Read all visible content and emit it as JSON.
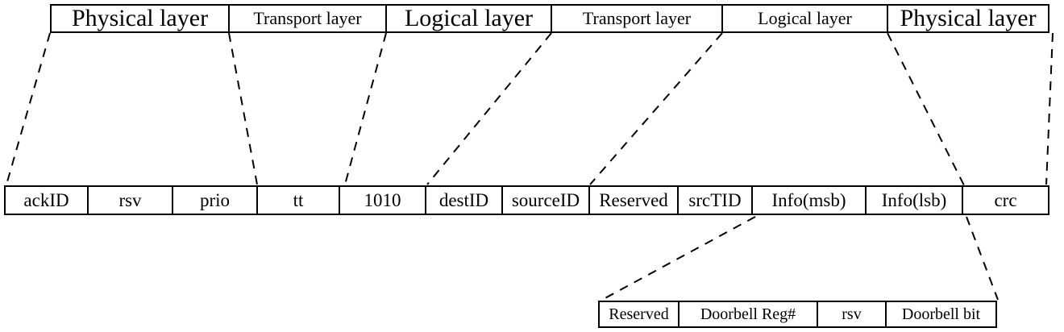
{
  "diagram": {
    "description_colors": {
      "line": "#000000",
      "background": "#ffffff",
      "text": "#000000"
    },
    "layers_top": [
      {
        "label": "Physical layer"
      },
      {
        "label": "Transport layer"
      },
      {
        "label": "Logical layer"
      },
      {
        "label": "Transport layer"
      },
      {
        "label": "Logical layer"
      },
      {
        "label": "Physical layer"
      }
    ],
    "packet_fields": [
      {
        "label": "ackID"
      },
      {
        "label": "rsv"
      },
      {
        "label": "prio"
      },
      {
        "label": "tt"
      },
      {
        "label": "1010"
      },
      {
        "label": "destID"
      },
      {
        "label": "sourceID"
      },
      {
        "label": "Reserved"
      },
      {
        "label": "srcTID"
      },
      {
        "label": "Info(msb)"
      },
      {
        "label": "Info(lsb)"
      },
      {
        "label": "crc"
      }
    ],
    "doorbell_fields": [
      {
        "label": "Reserved"
      },
      {
        "label": "Doorbell Reg#"
      },
      {
        "label": "rsv"
      },
      {
        "label": "Doorbell bit"
      }
    ]
  }
}
